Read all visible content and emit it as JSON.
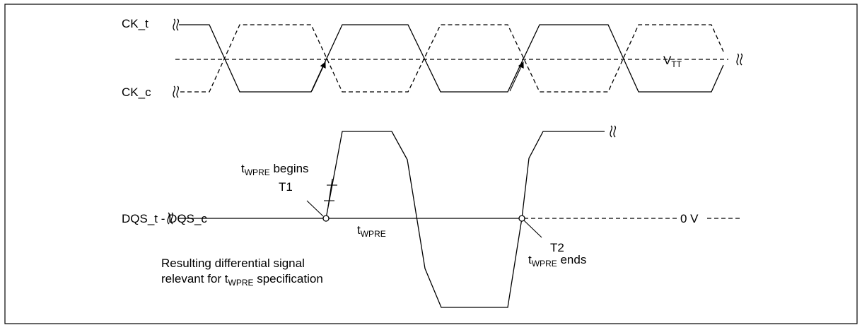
{
  "labels": {
    "ck_t": "CK_t",
    "ck_c": "CK_c",
    "vtt_main": "V",
    "vtt_sub": "TT",
    "dqs": "DQS_t - DQS_c",
    "zero_v": "0 V",
    "begins_t": "t",
    "begins_sub": "WPRE",
    "begins_text": " begins",
    "t1": "T1",
    "twpre_t": "t",
    "twpre_sub": "WPRE",
    "t2": "T2",
    "ends_t": "t",
    "ends_sub": "WPRE",
    "ends_text": " ends",
    "note_line1": "Resulting differential signal",
    "note_line2_a": "relevant for t",
    "note_line2_sub": "WPRE",
    "note_line2_b": " specification"
  }
}
